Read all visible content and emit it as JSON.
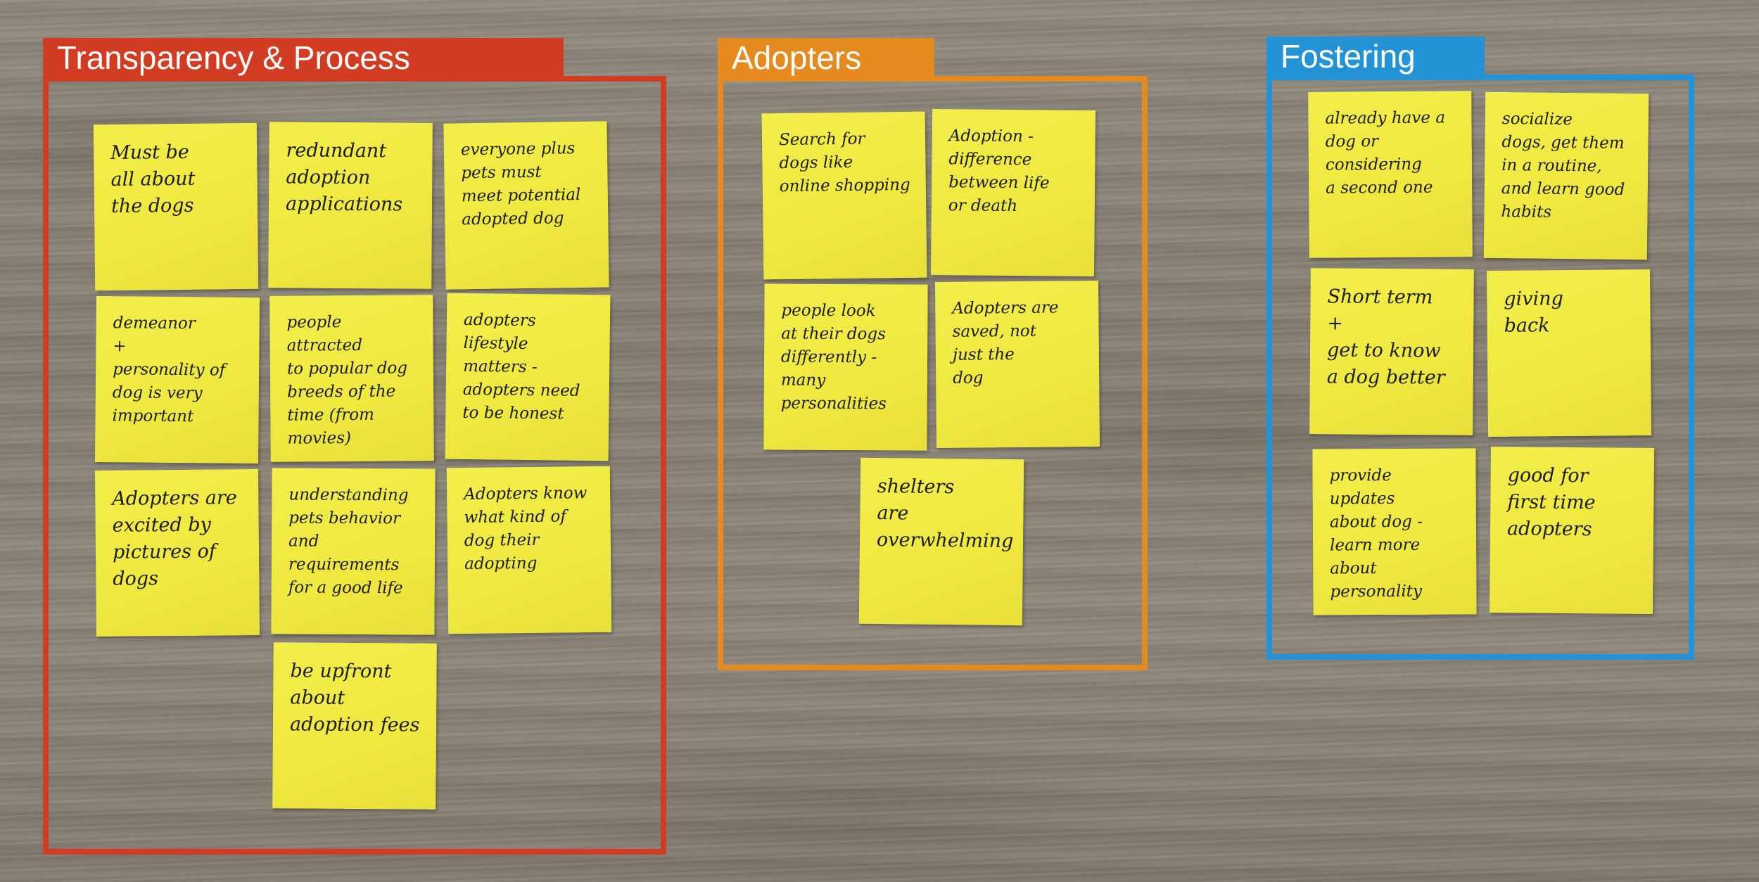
{
  "colors": {
    "transparency": "#d13c22",
    "adopters": "#e48a1f",
    "fostering": "#2393d6",
    "sticky_note": "#f1ea44",
    "ink": "#1d1d1d"
  },
  "groups": [
    {
      "label": "Transparency & Process",
      "notes": [
        "Must be\nall about\nthe dogs",
        "redundant\nadoption\napplications",
        "everyone plus\npets must\nmeet potential\nadopted dog",
        "demeanor\n+\npersonality of\ndog is very\nimportant",
        "people attracted\nto popular dog\nbreeds of the\ntime (from\nmovies)",
        "adopters\nlifestyle\nmatters -\nadopters need\nto be honest",
        "Adopters are\nexcited by\npictures of\ndogs",
        "understanding\npets behavior\nand requirements\nfor a good life",
        "Adopters know\nwhat kind of\ndog their\nadopting",
        "be upfront\nabout\nadoption fees"
      ]
    },
    {
      "label": "Adopters",
      "notes": [
        "Search for\ndogs like\nonline shopping",
        "Adoption -\ndifference\nbetween life\nor death",
        "people look\nat their dogs\ndifferently -\nmany\npersonalities",
        "Adopters are\nsaved, not\njust the\ndog",
        "shelters\nare\noverwhelming"
      ]
    },
    {
      "label": "Fostering",
      "notes": [
        "already have a\ndog or considering\na second one",
        "socialize\ndogs, get them\nin a routine,\nand learn good\nhabits",
        "Short term\n+\nget to know\na dog better",
        "giving\nback",
        "provide updates\nabout dog -\nlearn more about\npersonality",
        "good for\nfirst time\nadopters"
      ]
    }
  ]
}
